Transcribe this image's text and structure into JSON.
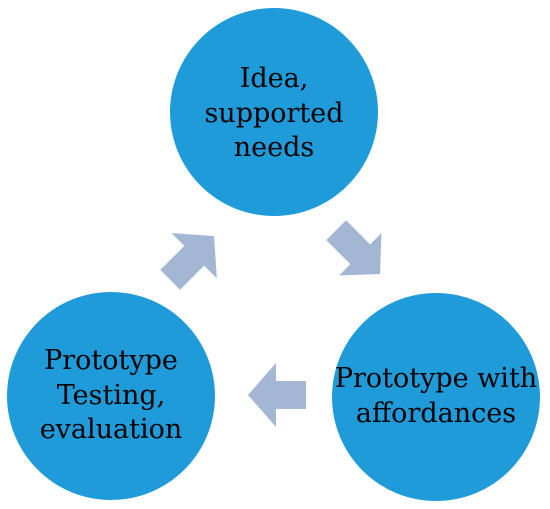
{
  "colors": {
    "node_fill": "#1f9bd9",
    "arrow_fill": "#a3b7d4",
    "text": "#000000",
    "background": "#ffffff"
  },
  "nodes": [
    {
      "id": "idea",
      "label": "Idea,\nsupported\nneeds"
    },
    {
      "id": "prototype-affordances",
      "label": "Prototype with\naffordances"
    },
    {
      "id": "prototype-testing",
      "label": "Prototype\nTesting,\nevaluation"
    }
  ],
  "edges": [
    {
      "from": "idea",
      "to": "prototype-affordances"
    },
    {
      "from": "prototype-affordances",
      "to": "prototype-testing"
    },
    {
      "from": "prototype-testing",
      "to": "idea"
    }
  ]
}
